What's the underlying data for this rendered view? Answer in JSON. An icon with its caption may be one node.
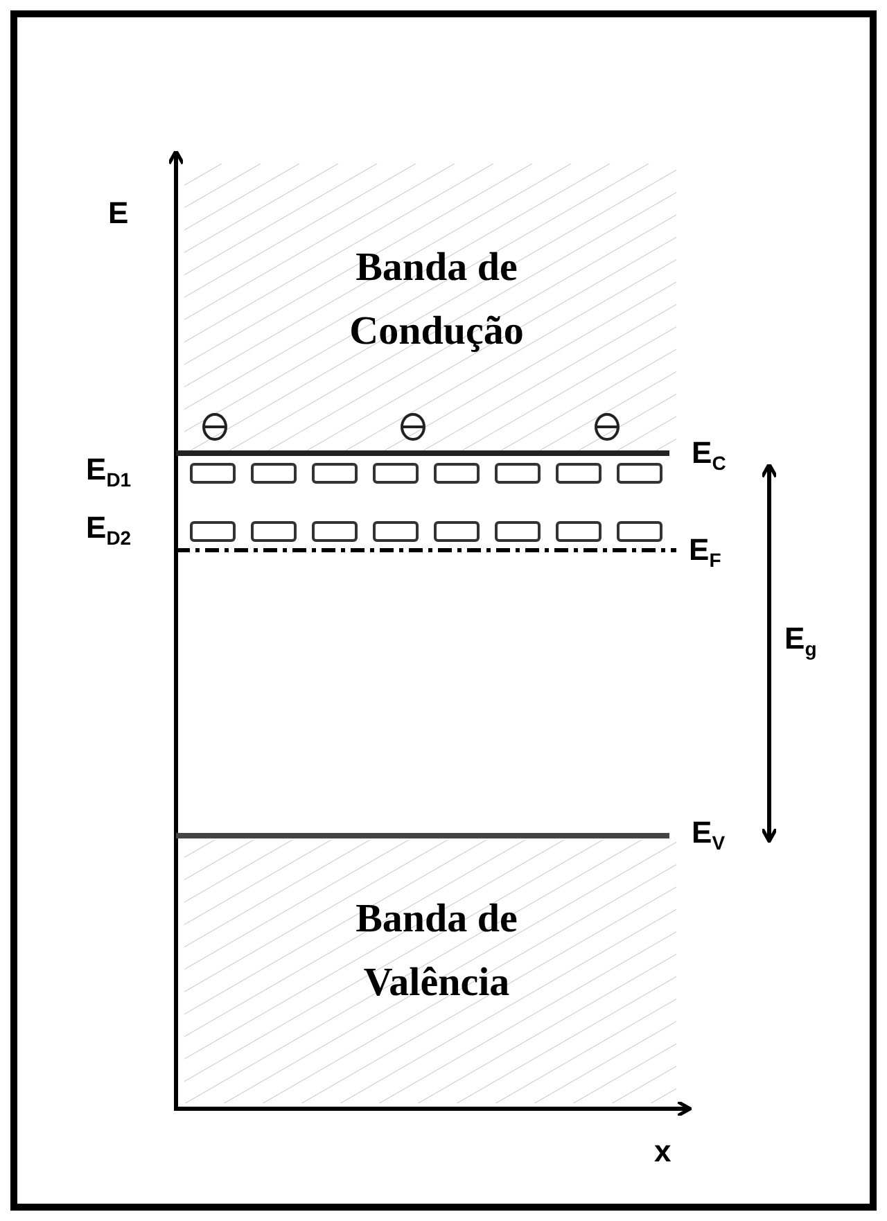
{
  "diagram": {
    "labels": [
      "E",
      "Banda de Condução",
      "E$_{D1}$",
      "E$_{C}$",
      "E$_{D2}$",
      "E$_{F}$",
      "E$_{g}$",
      "E$_{V}$",
      "Banda de Valência",
      "x"
    ]
  }
}
